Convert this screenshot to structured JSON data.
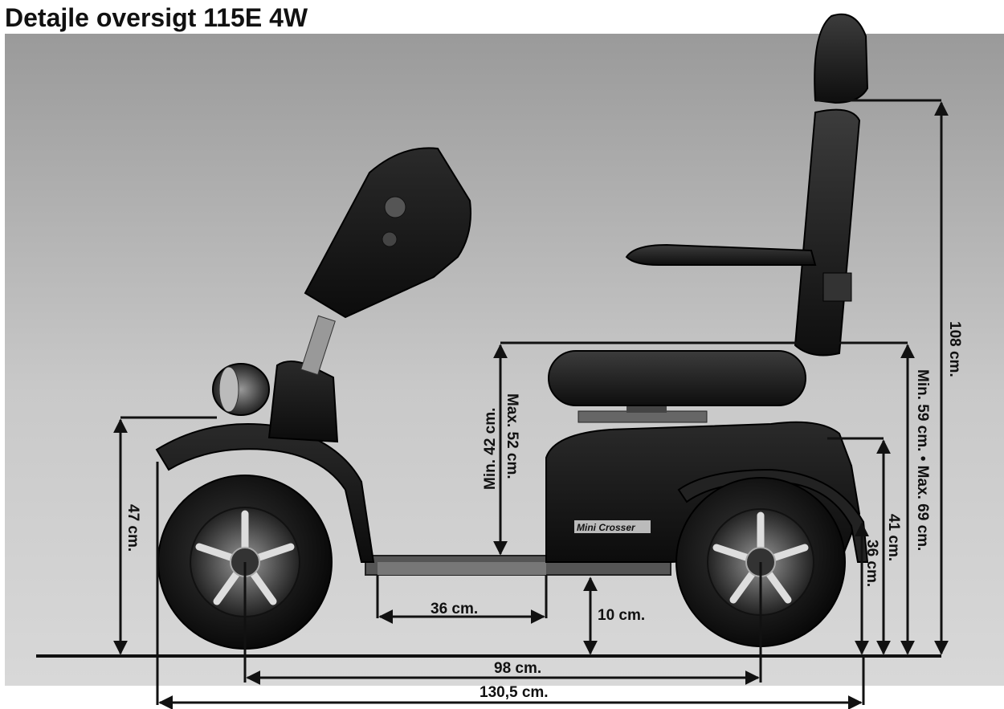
{
  "title": "Detajle oversigt 115E 4W",
  "branding": "Mini Crosser",
  "dimensions": {
    "total_height": "108  cm.",
    "seat_height_range": "Min. 59 cm. • Max. 69 cm.",
    "armrest_min": "Min. 42 cm.",
    "armrest_max": "Max. 52 cm.",
    "front_height": "47 cm.",
    "rear_height_41": "41 cm.",
    "rear_height_36": "36 cm.",
    "floor_length": "36 cm.",
    "ground_clearance": "10 cm.",
    "wheelbase": "98 cm.",
    "total_length": "130,5 cm."
  }
}
